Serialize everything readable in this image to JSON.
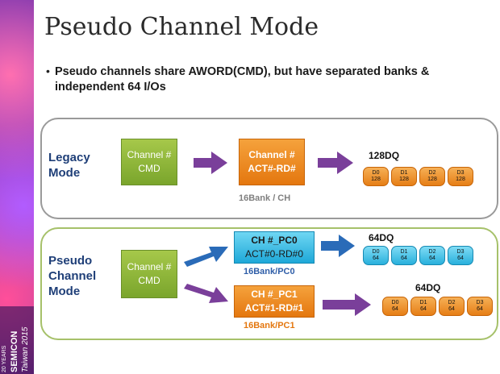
{
  "title": "Pseudo Channel Mode",
  "bullet": "Pseudo channels share AWORD(CMD), but have separated banks & independent 64 I/Os",
  "branding": {
    "years": "20 YEARS",
    "name": "SEMICON",
    "region": "Taiwan 2015"
  },
  "legacy": {
    "mode_label": [
      "Legacy",
      "Mode"
    ],
    "cmd_box": [
      "Channel #",
      "CMD"
    ],
    "act_box": [
      "Channel #",
      "ACT#-RD#"
    ],
    "bank_caption": "16Bank / CH",
    "dq_label": "128DQ",
    "lanes": [
      {
        "name": "D0",
        "width": "128"
      },
      {
        "name": "D1",
        "width": "128"
      },
      {
        "name": "D2",
        "width": "128"
      },
      {
        "name": "D3",
        "width": "128"
      }
    ]
  },
  "pseudo": {
    "mode_label": [
      "Pseudo",
      "Channel",
      "Mode"
    ],
    "cmd_box": [
      "Channel #",
      "CMD"
    ],
    "pc0_box": [
      "CH #_PC0",
      "ACT#0-RD#0"
    ],
    "pc0_caption": "16Bank/PC0",
    "pc1_box": [
      "CH #_PC1",
      "ACT#1-RD#1"
    ],
    "pc1_caption": "16Bank/PC1",
    "pc0_dq_label": "64DQ",
    "pc1_dq_label": "64DQ",
    "pc0_lanes": [
      {
        "name": "D0",
        "width": "64"
      },
      {
        "name": "D1",
        "width": "64"
      },
      {
        "name": "D2",
        "width": "64"
      },
      {
        "name": "D3",
        "width": "64"
      }
    ],
    "pc1_lanes": [
      {
        "name": "D0",
        "width": "64"
      },
      {
        "name": "D1",
        "width": "64"
      },
      {
        "name": "D2",
        "width": "64"
      },
      {
        "name": "D3",
        "width": "64"
      }
    ]
  },
  "colors": {
    "cmd_green": "#8cb83a",
    "act_orange": "#ee8a22",
    "pc0_cyan": "#3dbde6",
    "arrow_purple": "#7a3f9a",
    "arrow_blue": "#2a6bb8",
    "caption_gray": "#7f7f7f",
    "caption_blue": "#2f5ea8",
    "caption_orange": "#e4770f",
    "mode_blue": "#1f3f78"
  }
}
